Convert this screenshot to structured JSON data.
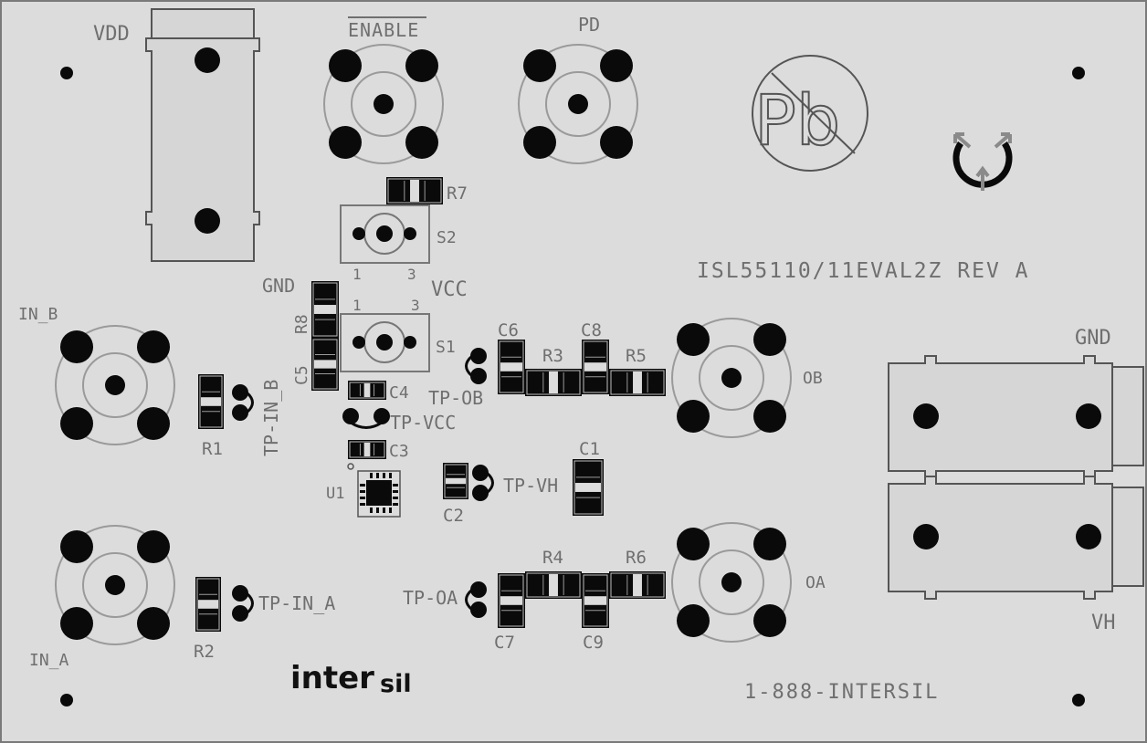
{
  "board": {
    "title": "ISL55110/11EVAL2Z REV A",
    "phone": "1-888-INTERSIL",
    "logo_main": "inter",
    "logo_sub": "sil",
    "colors": {
      "board": "#dcdcdc",
      "silk": "#6f6f6f",
      "copper": "#0a0a0a",
      "border": "#7a7a7a"
    }
  },
  "connectors": {
    "vdd": "VDD",
    "enable": "ENABLE",
    "pd": "PD",
    "in_b": "IN_B",
    "in_a": "IN_A",
    "ob": "OB",
    "oa": "OA",
    "gnd_right": "GND",
    "vh": "VH",
    "vcc": "VCC",
    "gnd_left": "GND"
  },
  "switches": {
    "s1": "S1",
    "s2": "S2",
    "pin1": "1",
    "pin3": "3"
  },
  "components": {
    "r1": "R1",
    "r2": "R2",
    "r3": "R3",
    "r4": "R4",
    "r5": "R5",
    "r6": "R6",
    "r7": "R7",
    "r8": "R8",
    "c1": "C1",
    "c2": "C2",
    "c3": "C3",
    "c4": "C4",
    "c5": "C5",
    "c6": "C6",
    "c7": "C7",
    "c8": "C8",
    "c9": "C9",
    "u1": "U1"
  },
  "test_points": {
    "tp_in_b": "TP-IN_B",
    "tp_in_a": "TP-IN_A",
    "tp_vcc": "TP-VCC",
    "tp_ob": "TP-OB",
    "tp_oa": "TP-OA",
    "tp_vh": "TP-VH"
  },
  "symbols": {
    "pb_free": "Pb"
  }
}
